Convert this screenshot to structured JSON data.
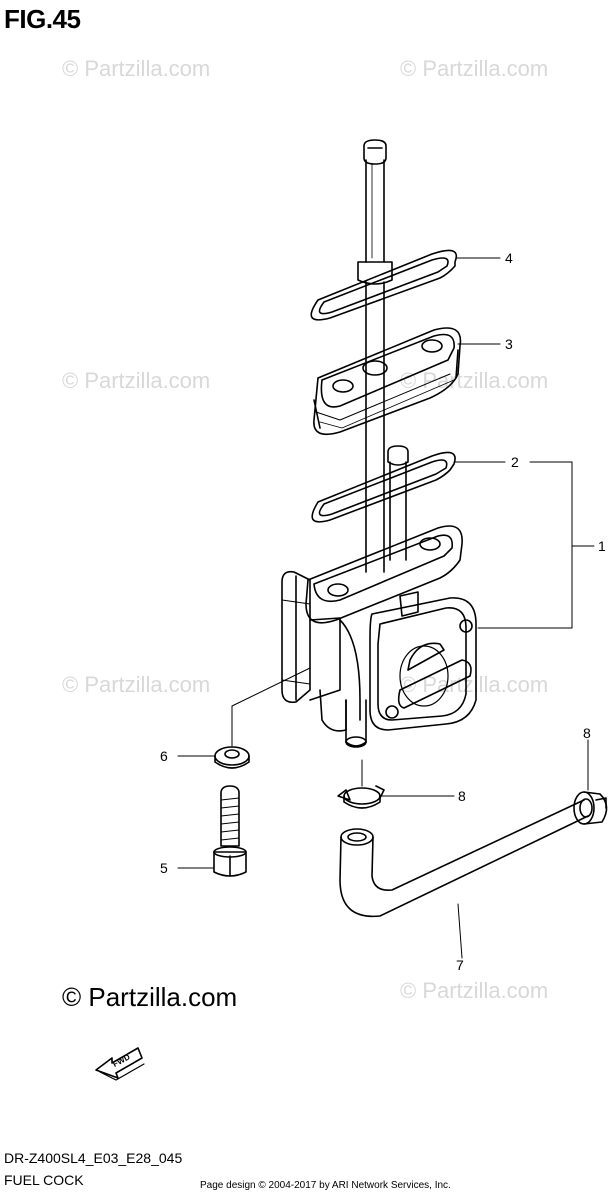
{
  "figure_title": "FIG.45",
  "watermark": "© Partzilla.com",
  "model_code": "DR-Z400SL4_E03_E28_045",
  "assembly_name": "FUEL COCK",
  "copyright": "Page design © 2004-2017 by ARI Network Services, Inc.",
  "fwd_label": "FWD",
  "callouts": [
    "1",
    "2",
    "3",
    "4",
    "5",
    "6",
    "7",
    "8",
    "8"
  ]
}
